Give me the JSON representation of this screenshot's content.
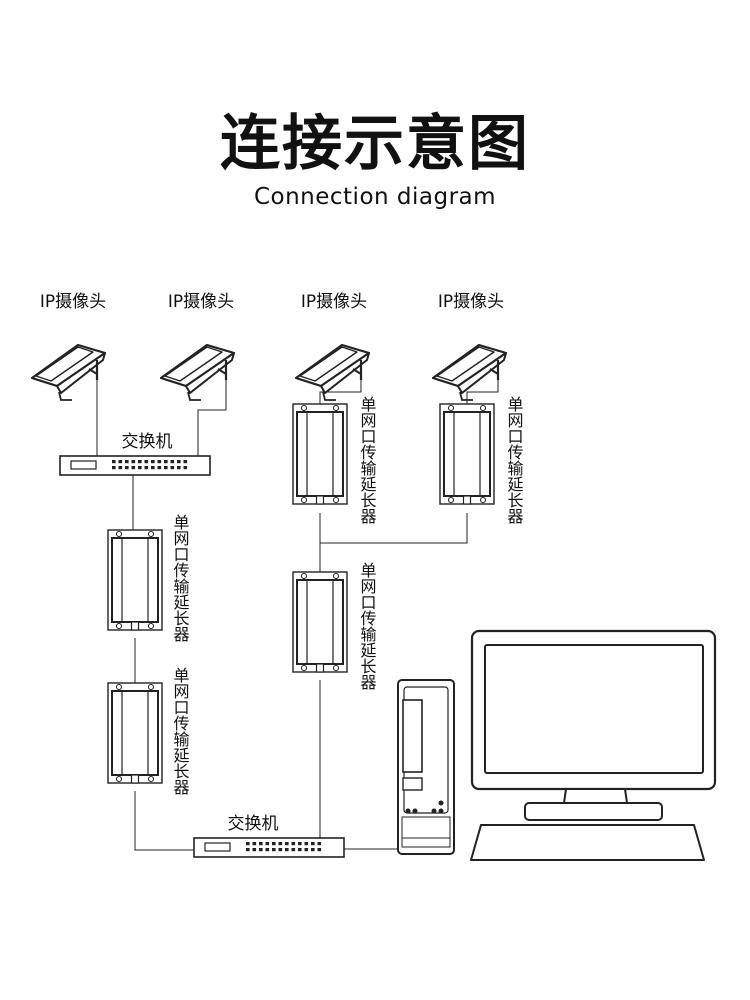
{
  "header": {
    "title": "连接示意图",
    "subtitle": "Connection diagram"
  },
  "labels": {
    "camera": "IP摄像头",
    "switch": "交换机",
    "extender": "单网口传输延长器"
  },
  "colors": {
    "line": "#222222",
    "fill": "#ffffff",
    "text": "#111111"
  },
  "icons": {
    "camera": "cctv-camera-icon",
    "switch": "network-switch-icon",
    "extender": "extender-box-icon",
    "computer": "desktop-computer-icon"
  }
}
